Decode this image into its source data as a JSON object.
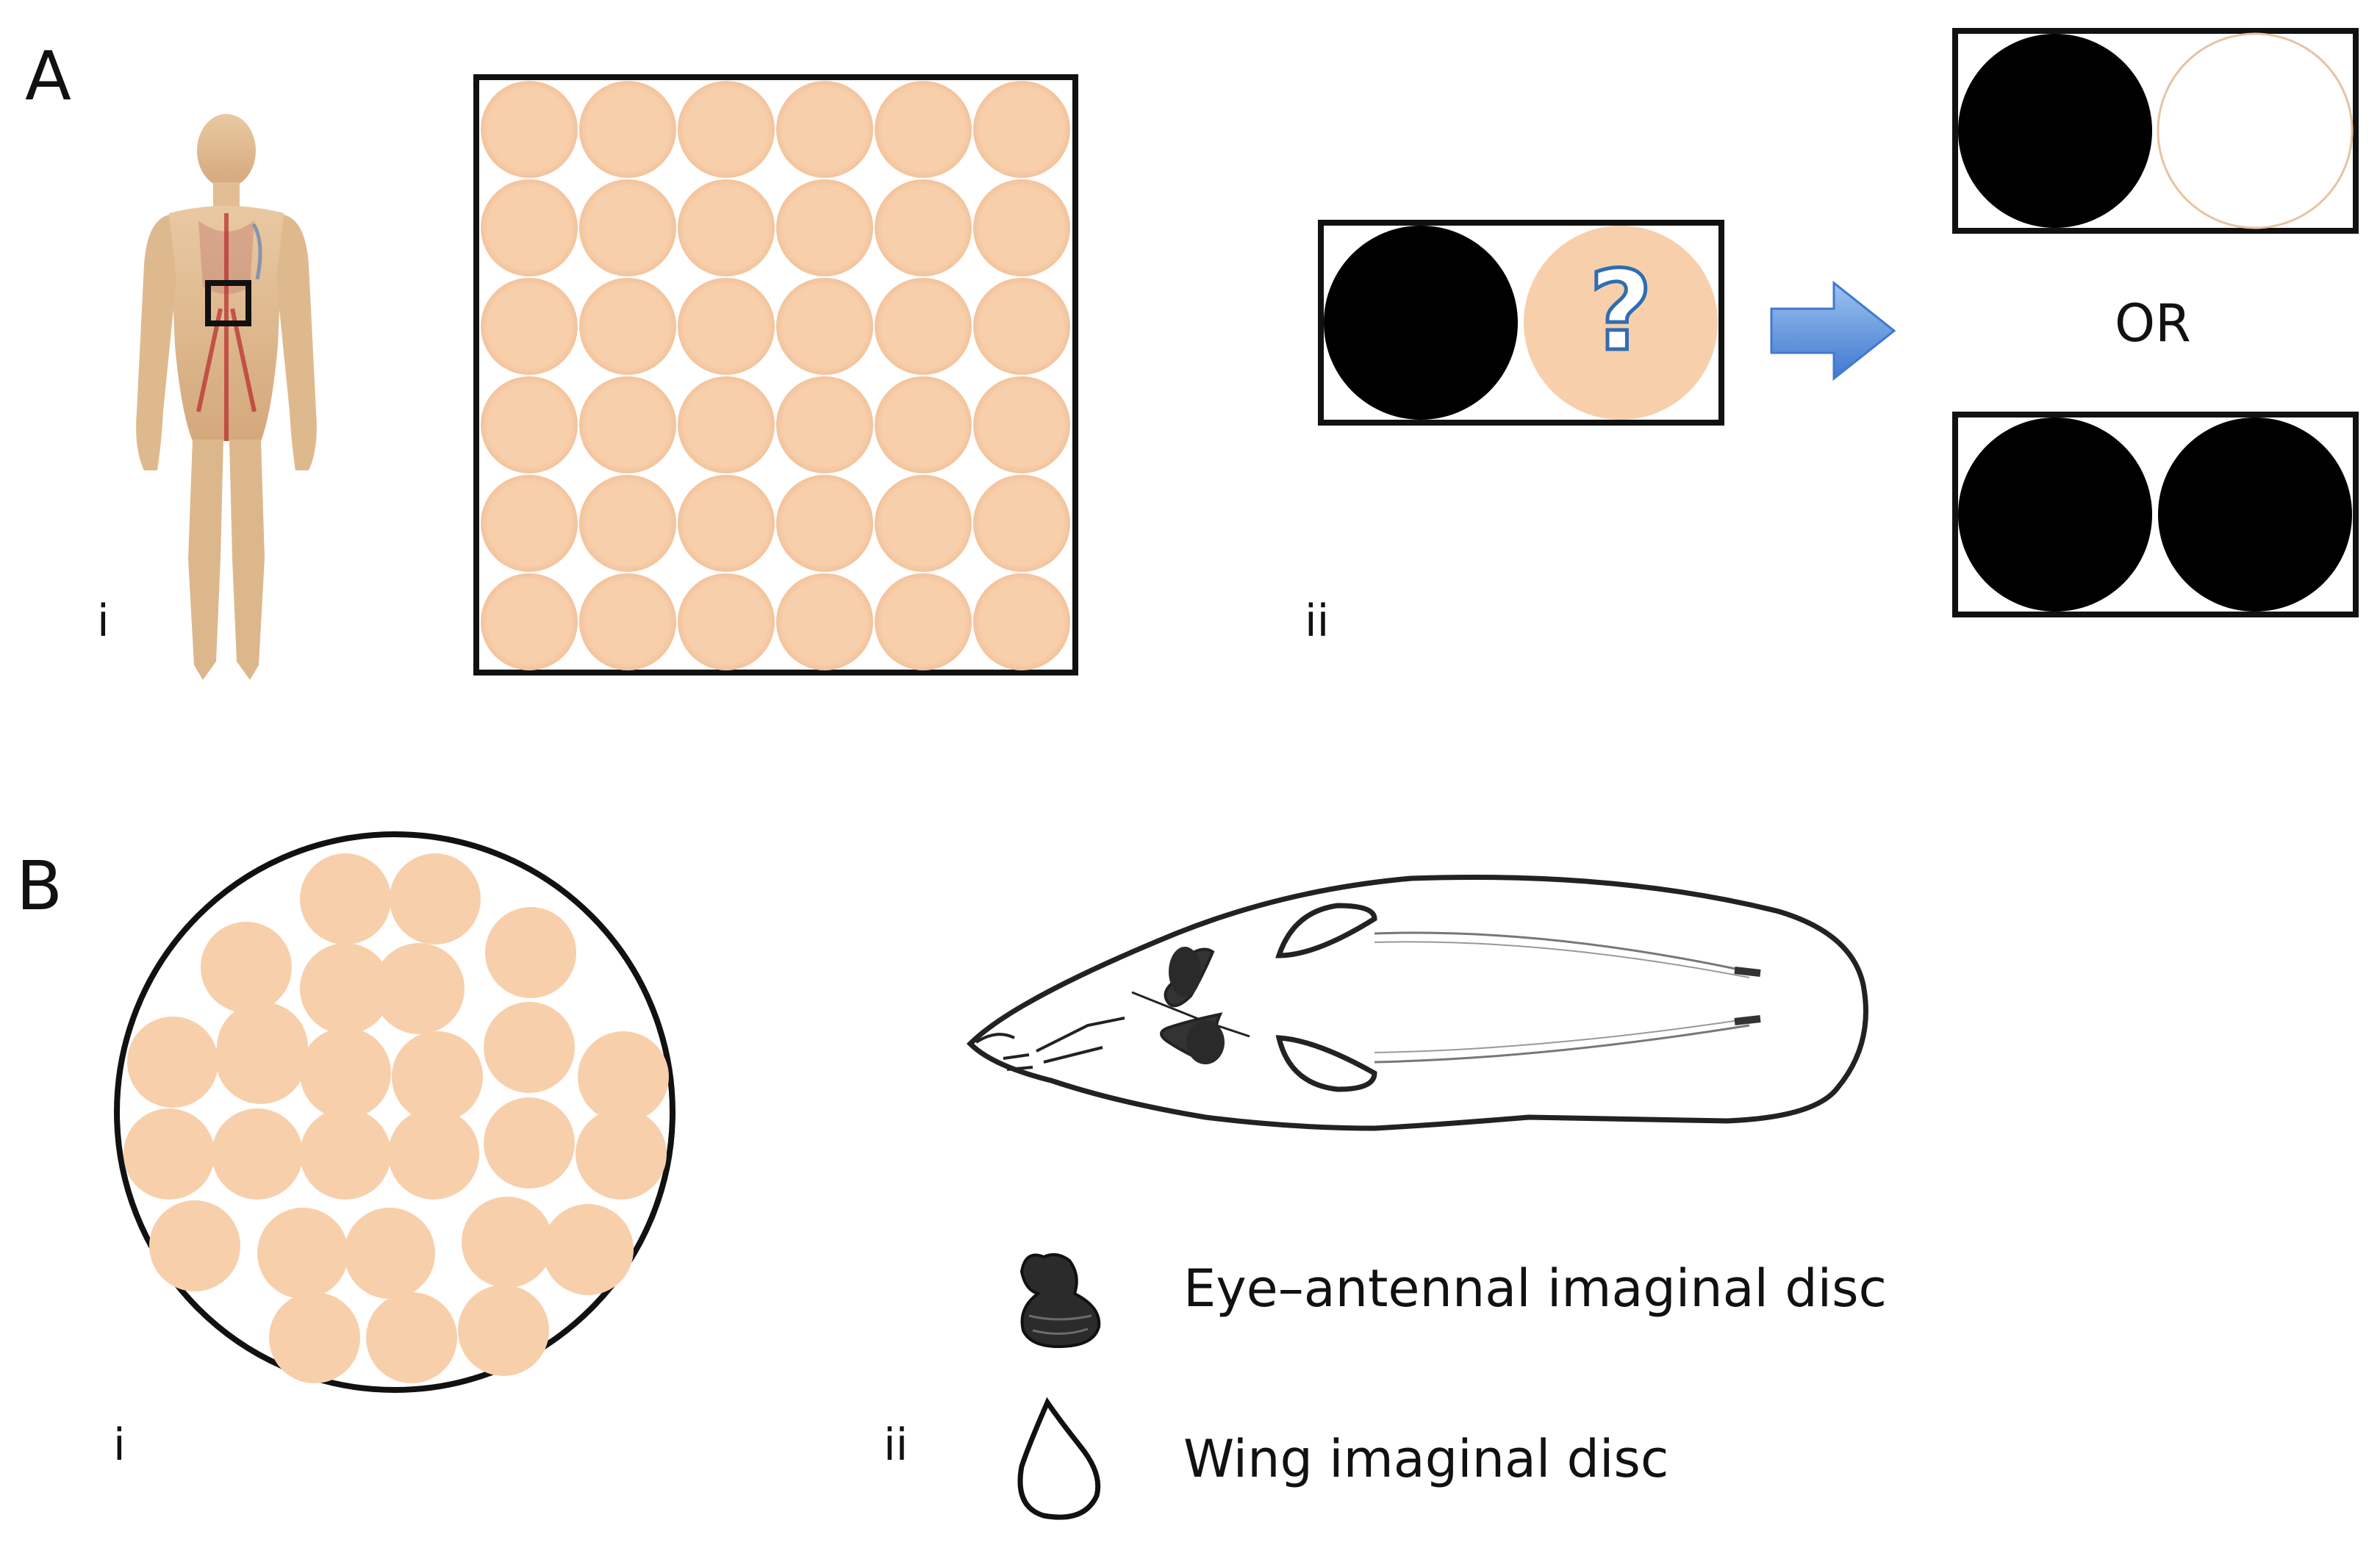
{
  "panels": {
    "a": {
      "label": "A",
      "sub_i": "i",
      "sub_ii": "ii",
      "or_label": "OR",
      "question_mark": "?"
    },
    "b": {
      "label": "B",
      "sub_i": "i",
      "sub_ii": "ii"
    }
  },
  "legend": {
    "eye_disc": "Eye–antennal imaginal disc",
    "wing_disc": "Wing imaginal disc"
  },
  "colors": {
    "cell": "#f8cfab",
    "black_cell": "#000000",
    "white_cell": "#ffffff",
    "frame": "#111111",
    "arrow_light": "#9cc2f0",
    "arrow_dark": "#3f79cf",
    "question_mark": "#2f6db0"
  }
}
